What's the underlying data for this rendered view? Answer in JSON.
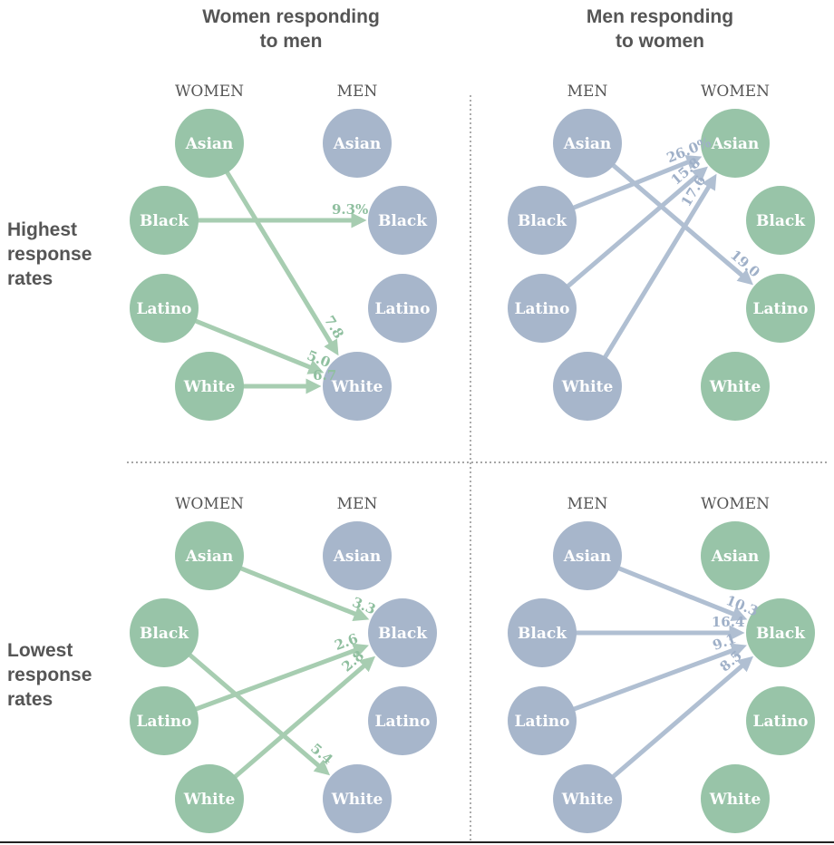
{
  "headers": {
    "left": [
      "Women responding",
      "to men"
    ],
    "right": [
      "Men responding",
      "to women"
    ]
  },
  "row_labels": {
    "top": [
      "Highest",
      "response",
      "rates"
    ],
    "bottom": [
      "Lowest",
      "response",
      "rates"
    ]
  },
  "colors": {
    "women_node": "#98c4a8",
    "men_node": "#a7b6cb",
    "women_arrow": "#a7cdb1",
    "men_arrow": "#b0bfd2",
    "women_text": "#8fbf9f",
    "men_text": "#9fb0c8",
    "heading_text": "#555555",
    "divider": "#888888"
  },
  "races": [
    "Asian",
    "Black",
    "Latino",
    "White"
  ],
  "panels": [
    {
      "id": "women-to-men-highest",
      "responder_group": "WOMEN",
      "target_group": "MEN",
      "links": [
        {
          "from": "Black",
          "to": "Black",
          "value": "9.3%"
        },
        {
          "from": "Asian",
          "to": "White",
          "value": "7.8"
        },
        {
          "from": "Latino",
          "to": "White",
          "value": "5.0"
        },
        {
          "from": "White",
          "to": "White",
          "value": "6.7"
        }
      ]
    },
    {
      "id": "men-to-women-highest",
      "responder_group": "MEN",
      "target_group": "WOMEN",
      "links": [
        {
          "from": "Black",
          "to": "Asian",
          "value": "26.0%"
        },
        {
          "from": "Latino",
          "to": "Asian",
          "value": "15.8"
        },
        {
          "from": "White",
          "to": "Asian",
          "value": "17.6"
        },
        {
          "from": "Asian",
          "to": "Latino",
          "value": "19.0"
        }
      ]
    },
    {
      "id": "women-to-men-lowest",
      "responder_group": "WOMEN",
      "target_group": "MEN",
      "links": [
        {
          "from": "Asian",
          "to": "Black",
          "value": "3.3"
        },
        {
          "from": "Latino",
          "to": "Black",
          "value": "2.6"
        },
        {
          "from": "White",
          "to": "Black",
          "value": "2.8"
        },
        {
          "from": "Black",
          "to": "White",
          "value": "5.4"
        }
      ]
    },
    {
      "id": "men-to-women-lowest",
      "responder_group": "MEN",
      "target_group": "WOMEN",
      "links": [
        {
          "from": "Asian",
          "to": "Black",
          "value": "10.3"
        },
        {
          "from": "Black",
          "to": "Black",
          "value": "16.4"
        },
        {
          "from": "Latino",
          "to": "Black",
          "value": "9.1"
        },
        {
          "from": "White",
          "to": "Black",
          "value": "8.5"
        }
      ]
    }
  ]
}
